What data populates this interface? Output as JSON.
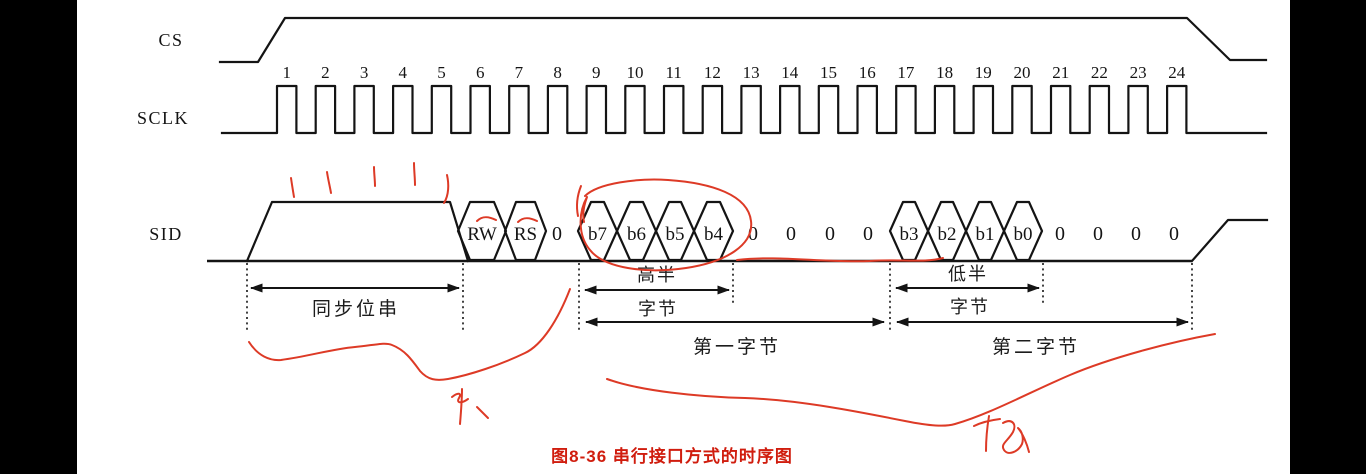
{
  "window": {
    "background": "#ffffff",
    "side_bar_color": "#000000"
  },
  "diagram": {
    "signals": [
      {
        "id": "cs",
        "label": "CS"
      },
      {
        "id": "sclk",
        "label": "SCLK"
      },
      {
        "id": "sid",
        "label": "SID"
      }
    ],
    "sclk": {
      "clock_numbers": [
        "1",
        "2",
        "3",
        "4",
        "5",
        "6",
        "7",
        "8",
        "9",
        "10",
        "11",
        "12",
        "13",
        "14",
        "15",
        "16",
        "17",
        "18",
        "19",
        "20",
        "21",
        "22",
        "23",
        "24"
      ]
    },
    "sid": {
      "control_bits": [
        "RW",
        "RS"
      ],
      "zero_after_control": "0",
      "high_nibble_bits": [
        "b7",
        "b6",
        "b5",
        "b4"
      ],
      "zeros_after_high": [
        "0",
        "0",
        "0",
        "0"
      ],
      "low_nibble_bits": [
        "b3",
        "b2",
        "b1",
        "b0"
      ],
      "zeros_after_low": [
        "0",
        "0",
        "0",
        "0"
      ]
    },
    "measures": {
      "sync_label": "同步位串",
      "high_half_line1": "高半",
      "high_half_line2": "字节",
      "low_half_line1": "低半",
      "low_half_line2": "字节",
      "first_byte": "第一字节",
      "second_byte": "第二字节"
    }
  },
  "caption": {
    "text": "图8-36  串行接口方式的时序图",
    "color": "#d01d0e"
  },
  "annotation_color": "#dd3a26",
  "ink_color": "#141414"
}
